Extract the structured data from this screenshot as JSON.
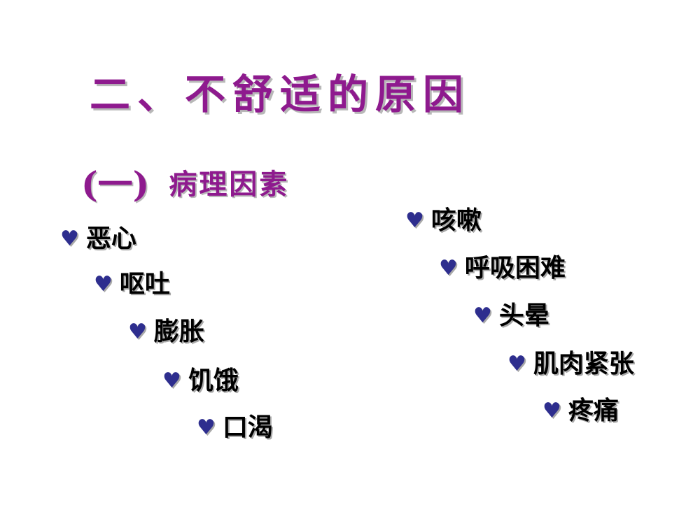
{
  "slide": {
    "title": "二、不舒适的原因",
    "subtitle_paren": "(一)",
    "subtitle_label": "病理因素",
    "bullet_glyph": "♥",
    "left_items": [
      "恶心",
      "呕吐",
      "膨胀",
      "饥饿",
      "口渴"
    ],
    "right_items": [
      "咳嗽",
      "呼吸困难",
      "头晕",
      "肌肉紧张",
      "疼痛"
    ]
  },
  "colors": {
    "title": "#8e1a8e",
    "bullet": "#2e2e8e",
    "text": "#000000",
    "shadow": "#a8a8a8"
  },
  "icons": {
    "bullet": "heart-icon"
  }
}
